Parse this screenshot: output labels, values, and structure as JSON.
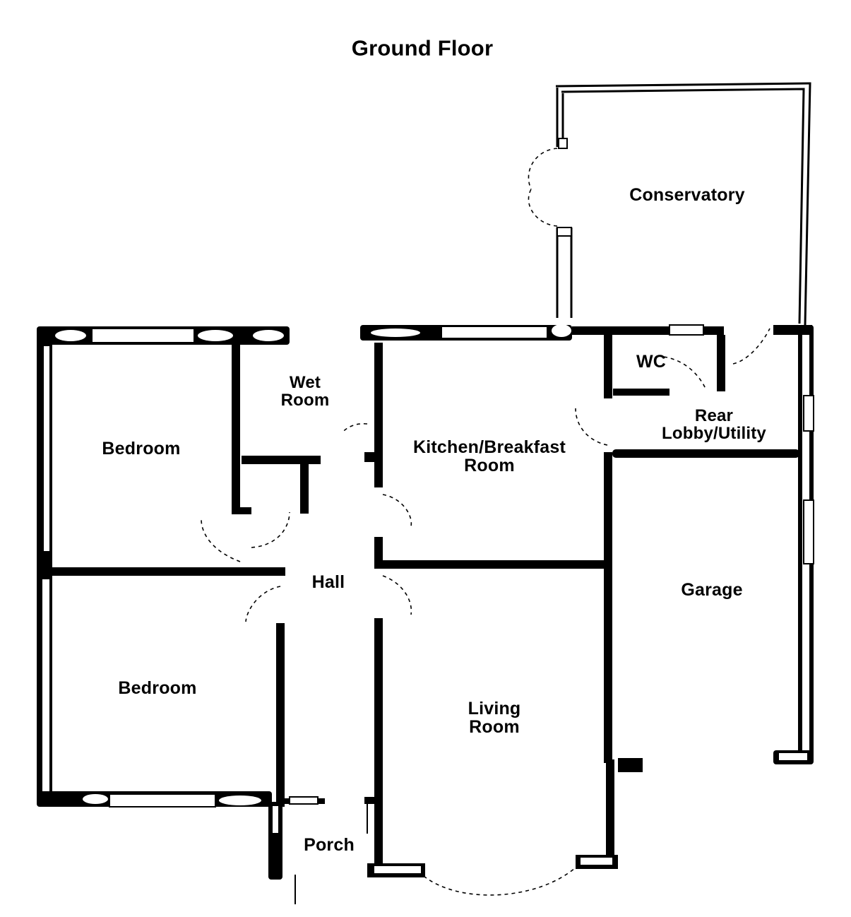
{
  "title": "Ground Floor",
  "rooms": [
    {
      "id": "conservatory",
      "label": "Conservatory"
    },
    {
      "id": "wc",
      "label": "WC"
    },
    {
      "id": "rear-lobby",
      "label": "Rear\nLobby/Utility",
      "line1": "Rear",
      "line2": "Lobby/Utility"
    },
    {
      "id": "wet-room",
      "label": "Wet Room",
      "line1": "Wet",
      "line2": "Room"
    },
    {
      "id": "bedroom-1",
      "label": "Bedroom"
    },
    {
      "id": "kitchen",
      "label": "Kitchen/Breakfast Room",
      "line1": "Kitchen/Breakfast",
      "line2": "Room"
    },
    {
      "id": "hall",
      "label": "Hall"
    },
    {
      "id": "garage",
      "label": "Garage"
    },
    {
      "id": "bedroom-2",
      "label": "Bedroom"
    },
    {
      "id": "living-room",
      "label": "Living Room",
      "line1": "Living",
      "line2": "Room"
    },
    {
      "id": "porch",
      "label": "Porch"
    }
  ],
  "colors": {
    "ink": "#000000",
    "paper": "#ffffff"
  }
}
